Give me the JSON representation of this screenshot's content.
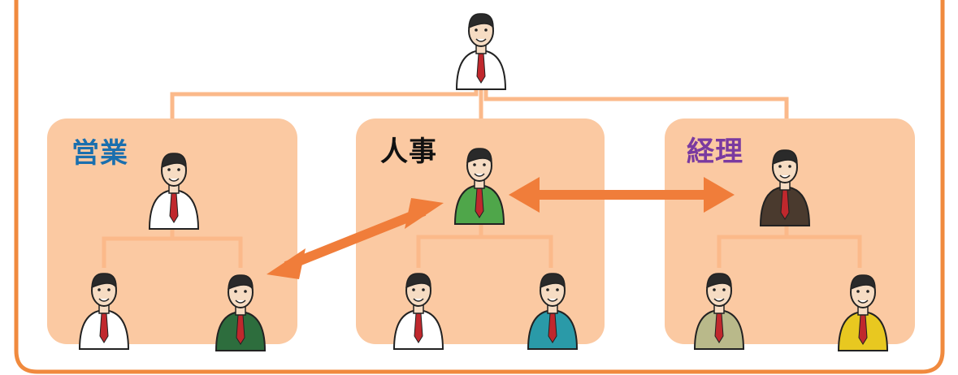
{
  "colors": {
    "frame": "#f08a3e",
    "box": "#fbc9a2",
    "connector": "#fbb98a",
    "arrow": "#f07d3a",
    "sales_label": "#1a6fae",
    "hr_label": "#111111",
    "acct_label": "#7a3aa0"
  },
  "departments": [
    {
      "id": "sales",
      "label": "営業",
      "color_key": "sales_label"
    },
    {
      "id": "hr",
      "label": "人事",
      "color_key": "hr_label"
    },
    {
      "id": "acct",
      "label": "経理",
      "color_key": "acct_label"
    }
  ],
  "people": [
    {
      "role": "ceo",
      "icon": "bearded-man-with-coffee-icon",
      "shirt": "#ffffff",
      "tie": "#2f6db0",
      "hair": "#2a2a2a"
    },
    {
      "role": "sales-manager",
      "icon": "man-with-coffee-icon",
      "shirt": "#ffffff",
      "tie": "#c0282d",
      "hair": "#b5653a"
    },
    {
      "role": "sales-staff-1",
      "icon": "man-with-laptop-icon",
      "shirt": "#ffffff",
      "tie": "#ffffff",
      "hair": "#c89a55"
    },
    {
      "role": "sales-staff-2",
      "icon": "woman-with-paper-icon",
      "shirt": "#2d6d3d",
      "tie": "#2d6d3d",
      "hair": "#d86f2a"
    },
    {
      "role": "hr-manager",
      "icon": "woman-waving-icon",
      "shirt": "#4fa64a",
      "tie": "#4fa64a",
      "hair": "#222222"
    },
    {
      "role": "hr-staff-1",
      "icon": "man-cheering-icon",
      "shirt": "#ffffff",
      "tie": "#203a66",
      "hair": "#222222"
    },
    {
      "role": "hr-staff-2",
      "icon": "woman-cheering-icon",
      "shirt": "#2a9aa8",
      "tie": "#2a9aa8",
      "hair": "#d9892e"
    },
    {
      "role": "acct-manager",
      "icon": "man-with-documents-icon",
      "shirt": "#4a3a2e",
      "tie": "#4a3a2e",
      "hair": "#2a2a2a"
    },
    {
      "role": "acct-staff-1",
      "icon": "man-fist-pump-icon",
      "shirt": "#b9b98a",
      "tie": "#e07a1a",
      "hair": "#222222"
    },
    {
      "role": "acct-staff-2",
      "icon": "woman-yellow-suit-icon",
      "shirt": "#e8c820",
      "tie": "#e8c820",
      "hair": "#222222"
    }
  ],
  "relations": [
    {
      "from": "sales-staff-2",
      "to": "hr-manager",
      "type": "two-way-arrow"
    },
    {
      "from": "hr-manager",
      "to": "acct-manager",
      "type": "two-way-arrow"
    }
  ]
}
